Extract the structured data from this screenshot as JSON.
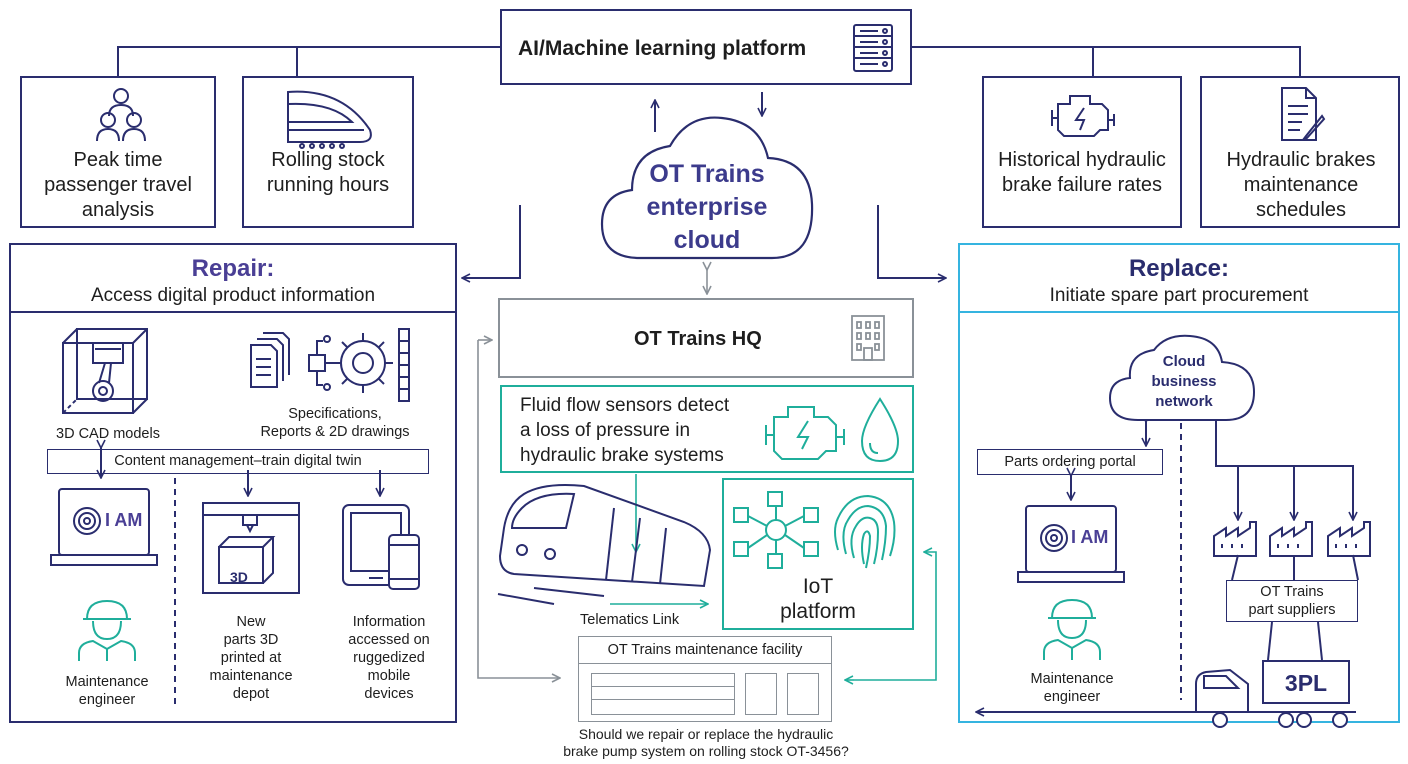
{
  "top": {
    "platform": "AI/Machine learning platform",
    "peak_time": "Peak time passenger travel analysis",
    "rolling_stock": "Rolling stock running hours",
    "historical": "Historical hydraulic brake failure rates",
    "schedules": "Hydraulic brakes maintenance schedules"
  },
  "cloud": {
    "line1": "OT Trains",
    "line2": "enterprise",
    "line3": "cloud"
  },
  "repair": {
    "title": "Repair:",
    "subtitle": "Access digital product information",
    "cad": "3D CAD models",
    "specs_1": "Specifications,",
    "specs_2": "Reports & 2D drawings",
    "content_mgmt": "Content management–train digital twin",
    "iam": "I AM",
    "cube": "3D",
    "engineer_1": "Maintenance",
    "engineer_2": "engineer",
    "printed": [
      "New",
      "parts 3D",
      "printed at",
      "maintenance",
      "depot"
    ],
    "mobile": [
      "Information",
      "accessed on",
      "ruggedized",
      "mobile",
      "devices"
    ]
  },
  "center": {
    "hq": "OT Trains HQ",
    "sensors": [
      "Fluid flow sensors detect",
      "a loss of pressure in",
      "hydraulic brake systems"
    ],
    "iot_1": "IoT",
    "iot_2": "platform",
    "telematics": "Telematics Link",
    "facility": "OT Trains maintenance facility",
    "question_1": "Should we repair or replace the hydraulic",
    "question_2": "brake pump system on rolling stock OT-3456?"
  },
  "replace": {
    "title": "Replace:",
    "subtitle": "Initiate spare part procurement",
    "cloud": [
      "Cloud",
      "business",
      "network"
    ],
    "portal": "Parts ordering portal",
    "iam": "I AM",
    "suppliers_1": "OT Trains",
    "suppliers_2": "part suppliers",
    "threepl": "3PL",
    "engineer_1": "Maintenance",
    "engineer_2": "engineer"
  },
  "colors": {
    "navy": "#2a2d6e",
    "purple": "#4a3f95",
    "teal": "#1fae9b",
    "grey": "#8a9198",
    "sky": "#35b4e0"
  }
}
